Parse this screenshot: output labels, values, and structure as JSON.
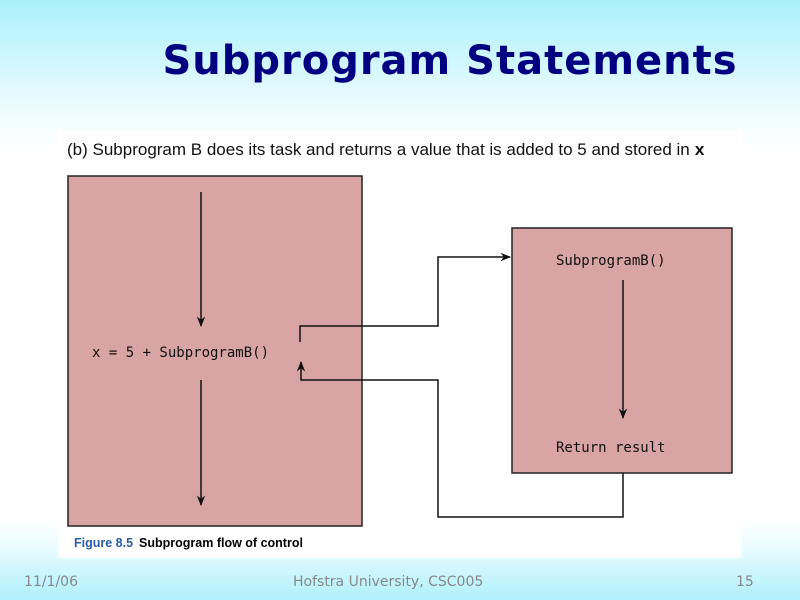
{
  "slide": {
    "title": "Subprogram Statements",
    "date": "11/1/06",
    "footer": "Hofstra University, CSC005",
    "page": "15"
  },
  "figure": {
    "heading": "(b) Subprogram B does its task and returns a value that is added to 5 and stored in",
    "heading_var": "x",
    "caller_statement": "x = 5 + SubprogramB()",
    "callee_name": "SubprogramB()",
    "callee_return": "Return result",
    "caption_number": "Figure 8.5",
    "caption_text": "Subprogram flow of control",
    "box_color": "#d8a4a4"
  }
}
